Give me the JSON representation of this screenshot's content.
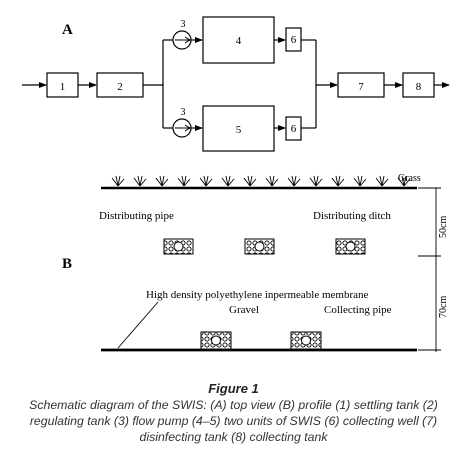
{
  "panel_a": {
    "label": "A",
    "boxes": {
      "settling_tank": "1",
      "regulating_tank": "2",
      "swis_top": "4",
      "swis_bottom": "5",
      "well_top": "6",
      "well_bottom": "6",
      "disinfecting_tank": "7",
      "collecting_tank": "8"
    },
    "pumps": {
      "top": "3",
      "bottom": "3"
    }
  },
  "panel_b": {
    "label": "B",
    "grass": "Grass",
    "distributing_pipe": "Distributing  pipe",
    "distributing_ditch": "Distributing  ditch",
    "dim_upper": "50cm",
    "dim_lower": "70cm",
    "membrane": "High density polyethylene inpermeable membrane",
    "gravel": "Gravel",
    "collecting_pipe": "Collecting  pipe"
  },
  "caption": {
    "title": "Figure 1",
    "body": "Schematic diagram of the SWIS: (A) top view (B) profile (1) settling tank (2) regulating tank (3) flow pump (4–5) two units of SWIS (6) collecting well (7) disinfecting tank (8) collecting tank"
  }
}
